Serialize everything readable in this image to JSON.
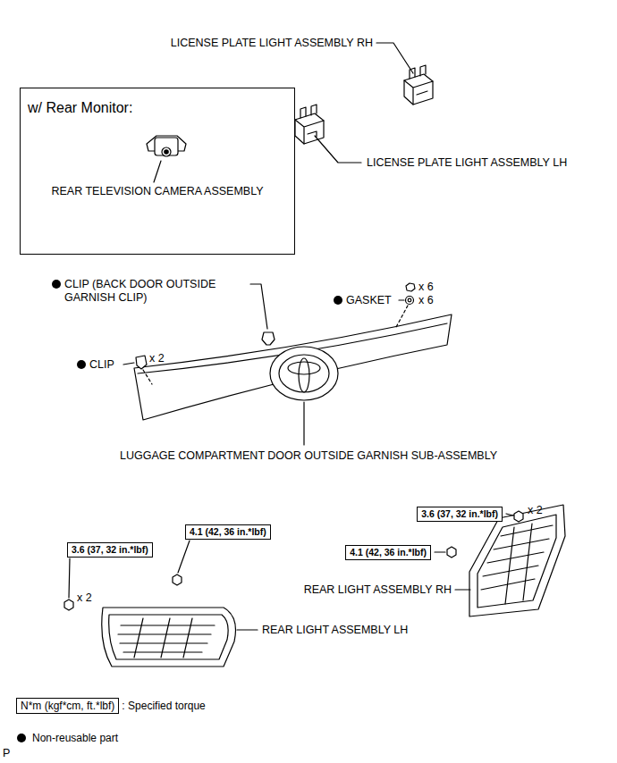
{
  "diagram": {
    "nodes": [
      {
        "text": [
          "w/ Rear Monitor:",
          "REAR TELEVISION CAMERA ASSEMBLY"
        ]
      },
      {
        "text": [
          "3.6 (37, 32 in.*lbf)"
        ]
      },
      {
        "text": [
          "4.1 (42, 36 in.*lbf)"
        ]
      },
      {
        "text": [
          "3.6 (37, 32 in.*lbf)"
        ]
      },
      {
        "text": [
          "4.1 (42, 36 in.*lbf)"
        ]
      },
      {
        "text": [
          "N*m (kgf*cm, ft.*lbf)"
        ]
      }
    ],
    "labels": [
      "LICENSE PLATE LIGHT ASSEMBLY RH",
      "LICENSE PLATE LIGHT ASSEMBLY LH",
      "CLIP (BACK DOOR OUTSIDE GARNISH CLIP)",
      "GASKET",
      "x 6",
      "x 6",
      "CLIP",
      "x 2",
      "LUGGAGE COMPARTMENT DOOR OUTSIDE GARNISH SUB-ASSEMBLY",
      "x 2",
      "REAR LIGHT ASSEMBLY LH",
      "x 2",
      "REAR LIGHT ASSEMBLY RH",
      "P"
    ],
    "legend": [
      {
        "text": ": Specified torque"
      },
      {
        "text": "Non-reusable part"
      }
    ]
  }
}
